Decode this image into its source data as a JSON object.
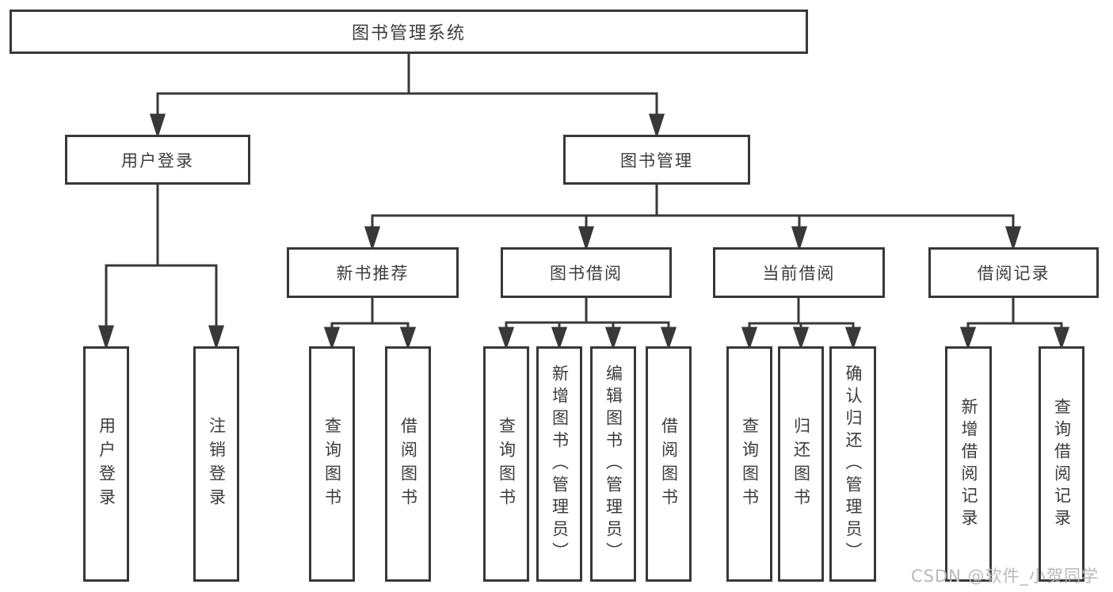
{
  "diagram": {
    "root": {
      "label": "图书管理系统"
    },
    "branches": [
      {
        "label": "用户登录",
        "children": [
          {
            "label": "用户登录"
          },
          {
            "label": "注销登录"
          }
        ]
      },
      {
        "label": "图书管理",
        "children": [
          {
            "label": "新书推荐",
            "children": [
              {
                "label": "查询图书"
              },
              {
                "label": "借阅图书"
              }
            ]
          },
          {
            "label": "图书借阅",
            "children": [
              {
                "label": "查询图书"
              },
              {
                "label": "新增图书（管理员）"
              },
              {
                "label": "编辑图书（管理员）"
              },
              {
                "label": "借阅图书"
              }
            ]
          },
          {
            "label": "当前借阅",
            "children": [
              {
                "label": "查询图书"
              },
              {
                "label": "归还图书"
              },
              {
                "label": "确认归还（管理员）"
              }
            ]
          },
          {
            "label": "借阅记录",
            "children": [
              {
                "label": "新增借阅记录"
              },
              {
                "label": "查询借阅记录"
              }
            ]
          }
        ]
      }
    ]
  },
  "watermark": {
    "text": "CSDN @软件_小贺同学"
  },
  "colors": {
    "line": "#383838",
    "border": "#383838",
    "text": "#3c3c3c",
    "background": "#ffffff",
    "watermark": "#b9b9b9"
  }
}
